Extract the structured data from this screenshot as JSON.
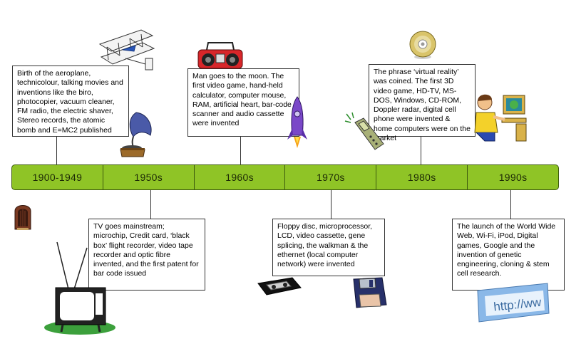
{
  "timeline": {
    "periods": [
      "1900-1949",
      "1950s",
      "1960s",
      "1970s",
      "1980s",
      "1990s"
    ]
  },
  "events": {
    "e1900": "Birth of the aeroplane, technicolour, talking movies and inventions like the biro, photocopier, vacuum cleaner, FM radio, the electric shaver, Stereo records, the atomic bomb and E=MC2 published",
    "e1950": "TV goes mainstream; microchip, Credit card, ‘black box’ flight recorder, video tape recorder and optic fibre invented, and the first patent for bar code issued",
    "e1960": "Man goes to the moon. The first video game, hand-held calculator, computer mouse, RAM, artificial heart, bar-code scanner and audio cassette were invented",
    "e1970": "Floppy disc, microprocessor, LCD, video cassette, gene splicing, the walkman & the ethernet (local computer network) were invented",
    "e1980": "The phrase ‘virtual reality’ was coined.  The first 3D video game, HD-TV, MS-DOS, Windows, CD-ROM, Doppler radar, digital cell phone were invented & home computers were on the market",
    "e1990": "The launch of the World Wide Web, Wi-Fi, iPod, Digital games, Google and the invention of genetic engineering, cloning & stem cell research."
  },
  "images": {
    "url_text": "http://ww"
  },
  "colors": {
    "bar_fill": "#8fc426",
    "bar_border": "#3d5a0e"
  },
  "icons": [
    "biplane-icon",
    "gramophone-icon",
    "old-radio-icon",
    "television-icon",
    "boombox-icon",
    "rocket-icon",
    "video-cassette-icon",
    "floppy-disk-icon",
    "cd-disc-icon",
    "cell-phone-icon",
    "computer-user-icon",
    "web-address-icon"
  ]
}
